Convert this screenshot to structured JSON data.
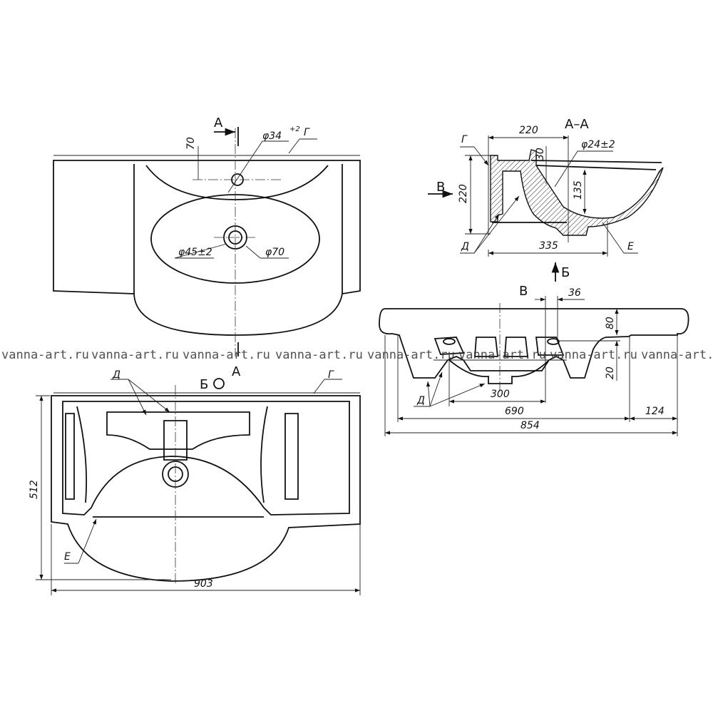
{
  "watermark": "vanna-art.ru",
  "top_view": {
    "section_mark_top": "А",
    "section_mark_bottom": "А",
    "tap_hole_dia": "φ34",
    "tap_hole_tol": "+2",
    "label_g": "Г",
    "dim_70": "70",
    "drain_dia": "φ45±2",
    "drain_outer_dia": "φ70"
  },
  "bottom_view": {
    "view_b": "Б",
    "label_d": "Д",
    "label_g": "Г",
    "label_e": "Е",
    "dim_depth": "512",
    "dim_width": "903"
  },
  "section_aa": {
    "title": "А–А",
    "dim_220_h": "220",
    "dim_220_v": "220",
    "overflow_dia": "φ24±2",
    "dim_30": "30",
    "dim_135": "135",
    "dim_335": "335",
    "label_g": "Г",
    "label_d": "Д",
    "label_e": "Е",
    "view_v": "В",
    "view_b": "Б"
  },
  "front_view": {
    "title": "В",
    "dim_36": "36",
    "dim_80": "80",
    "dim_20": "20",
    "label_d": "Д",
    "dim_300": "300",
    "dim_690": "690",
    "dim_124": "124",
    "dim_854": "854"
  }
}
